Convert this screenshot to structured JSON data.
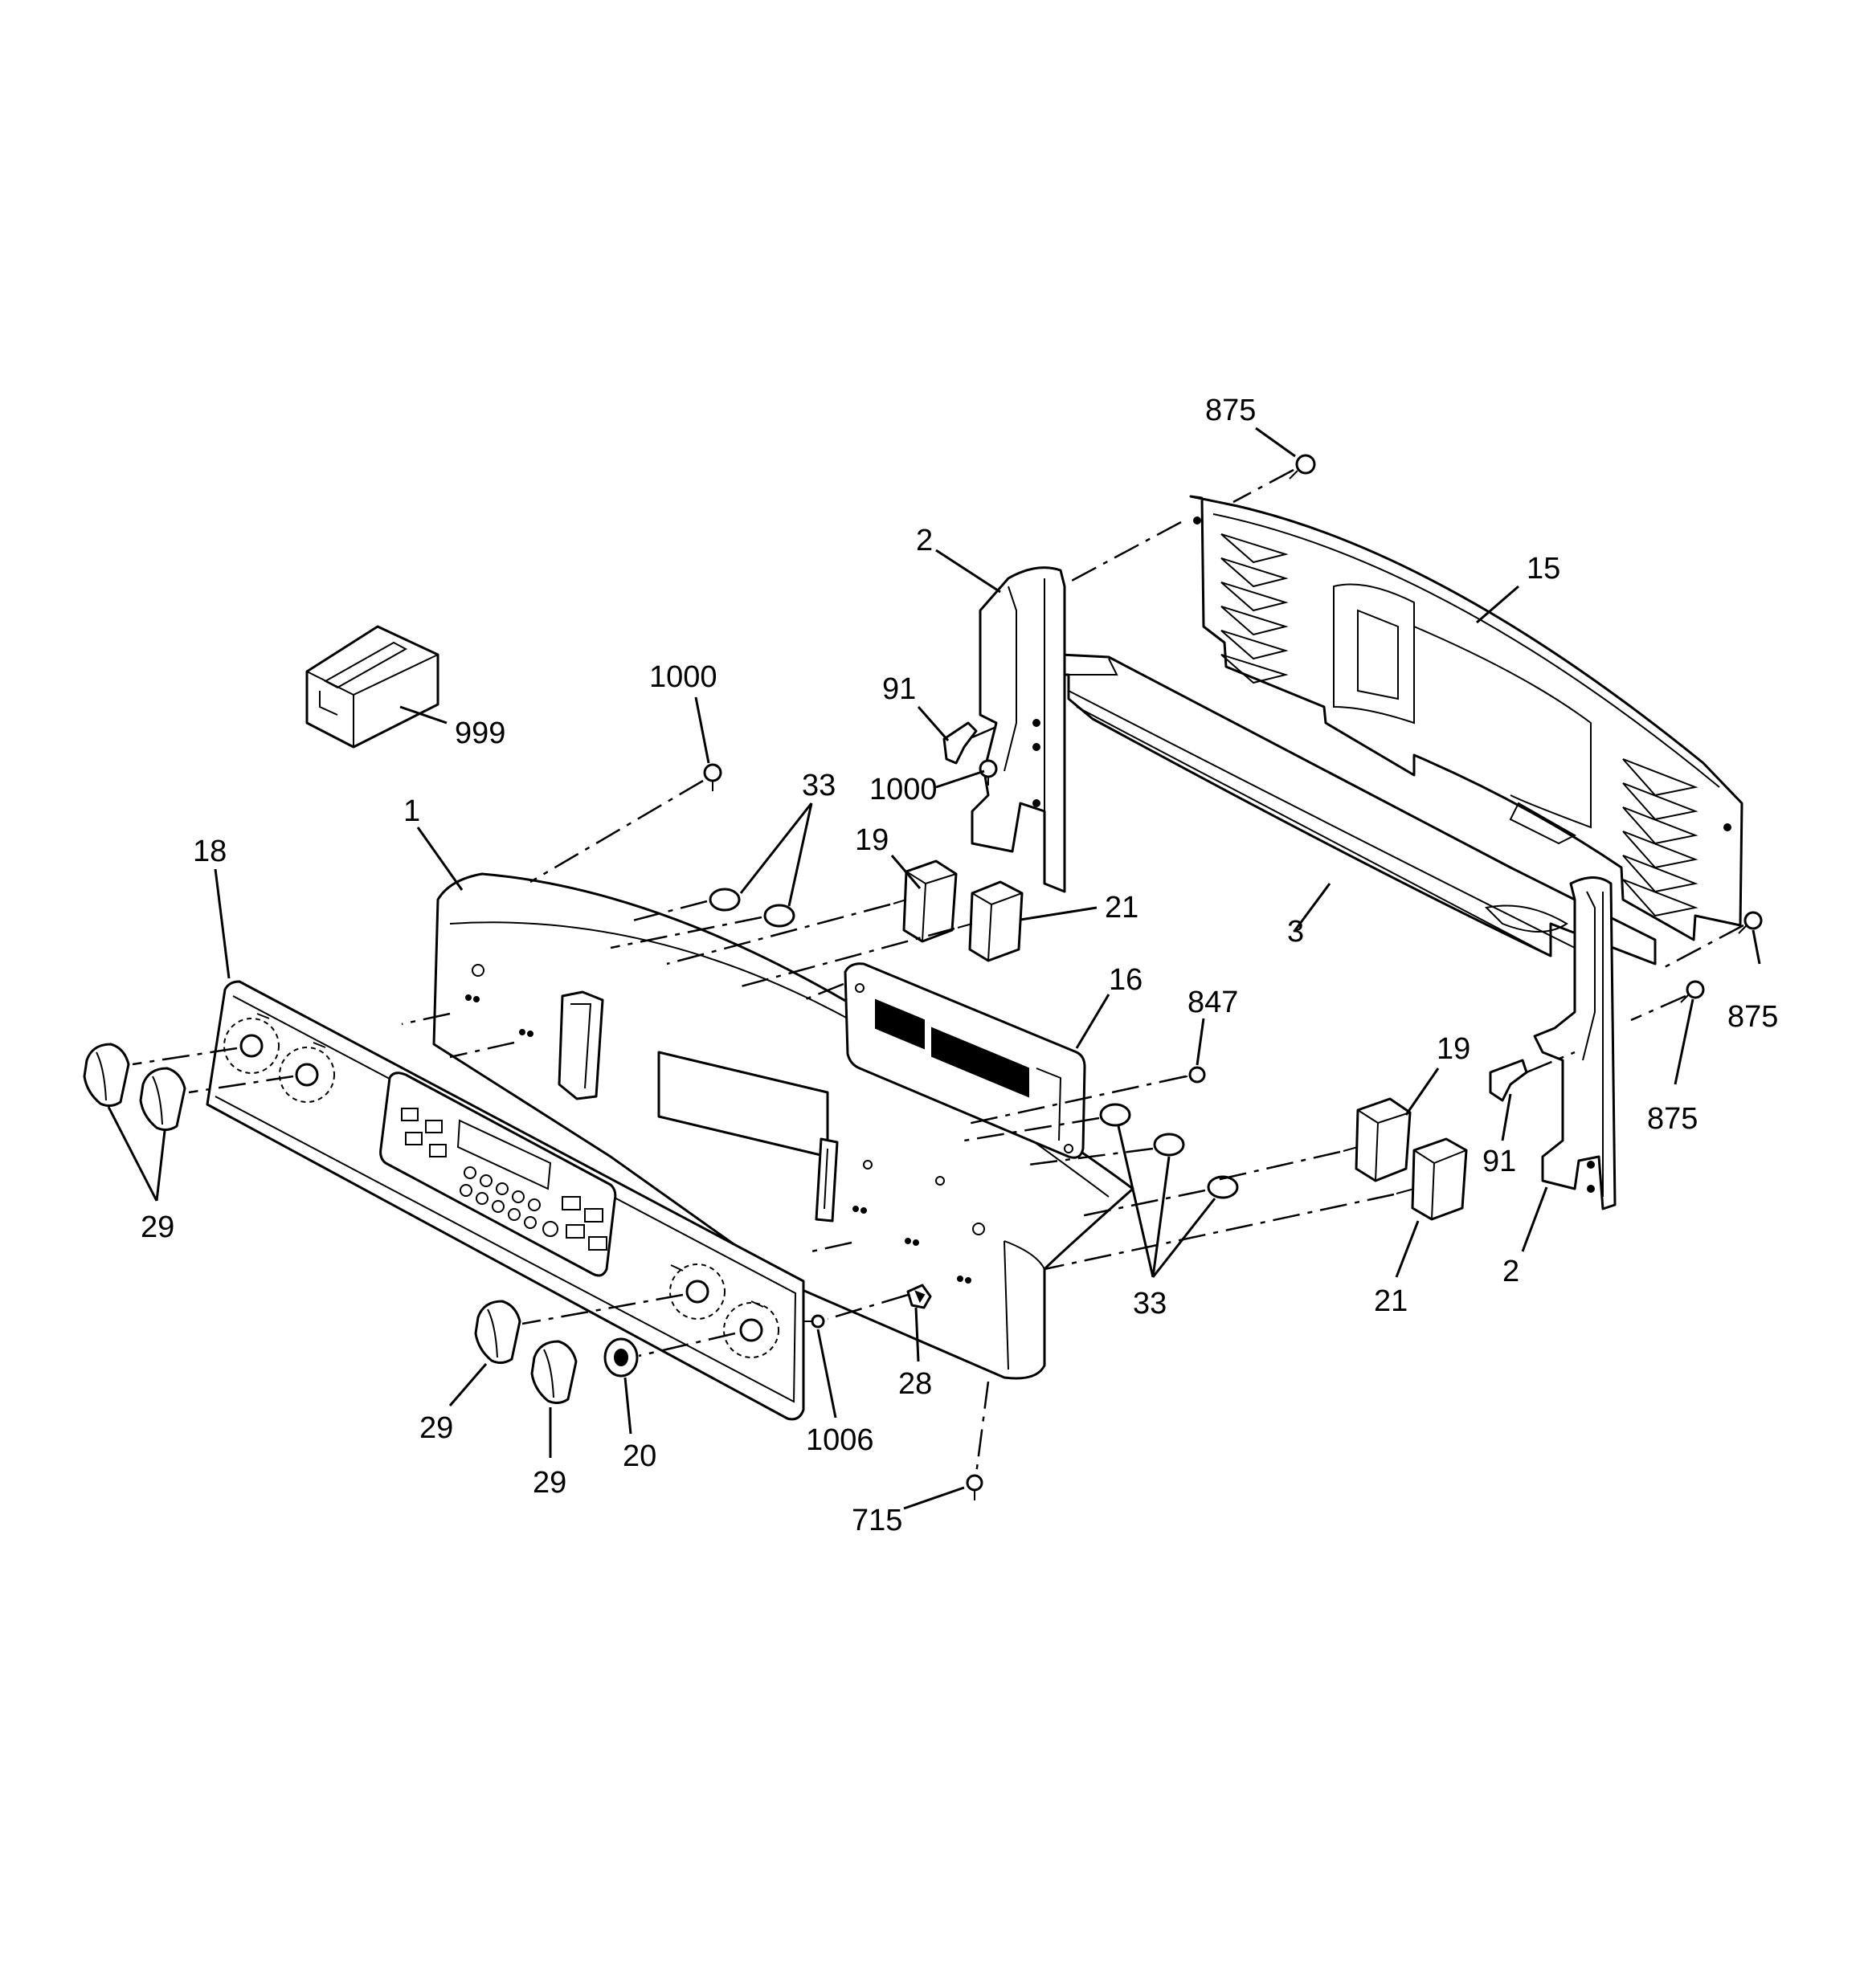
{
  "callouts": {
    "c875a": "875",
    "c15": "15",
    "c2a": "2",
    "c1000a": "1000",
    "c91a": "91",
    "c1000b": "1000",
    "c33a": "33",
    "c999": "999",
    "c1": "1",
    "c18": "18",
    "c19a": "19",
    "c21a": "21",
    "c16": "16",
    "c3": "3",
    "c847": "847",
    "c875b": "875",
    "c875c": "875",
    "c19b": "19",
    "c91b": "91",
    "c2b": "2",
    "c29a": "29",
    "c33b": "33",
    "c21b": "21",
    "c28": "28",
    "c29b": "29",
    "c20": "20",
    "c29c": "29",
    "c1006": "1006",
    "c715": "715"
  }
}
